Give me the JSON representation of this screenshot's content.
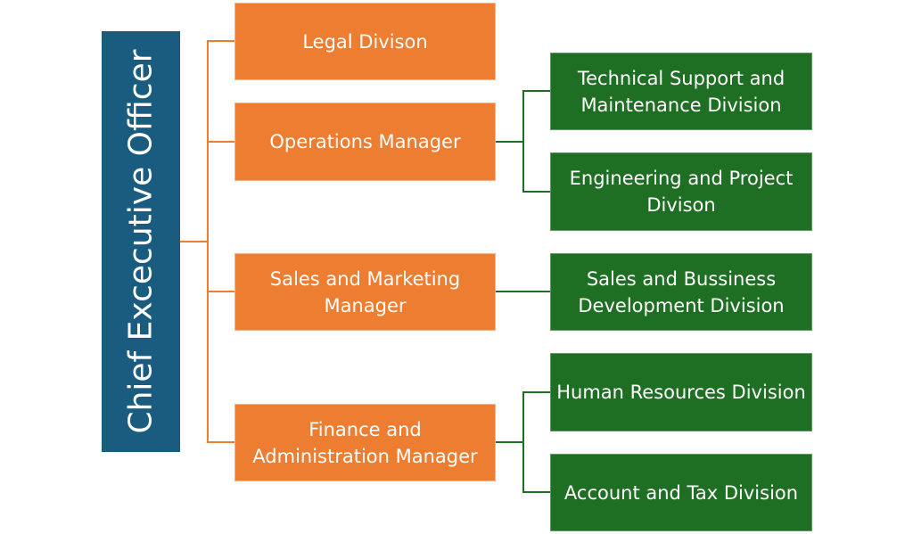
{
  "ceo": {
    "label": "Chief Excecutive Officer"
  },
  "managers": {
    "legal": "Legal Divison",
    "operations": "Operations Manager",
    "sales": "Sales and Marketing Manager",
    "finance": "Finance and Administration Manager"
  },
  "divisions": {
    "technical": "Technical Support and Maintenance Division",
    "engineering": "Engineering and Project Divison",
    "sales_business": "Sales and Bussiness Development Division",
    "hr": "Human Resources Division",
    "account": "Account and Tax Division"
  },
  "colors": {
    "ceo": "#1A5C80",
    "manager": "#ED7D31",
    "division": "#1E6E23",
    "manager_connector": "#ED7D31",
    "division_connector": "#1E6E23"
  }
}
